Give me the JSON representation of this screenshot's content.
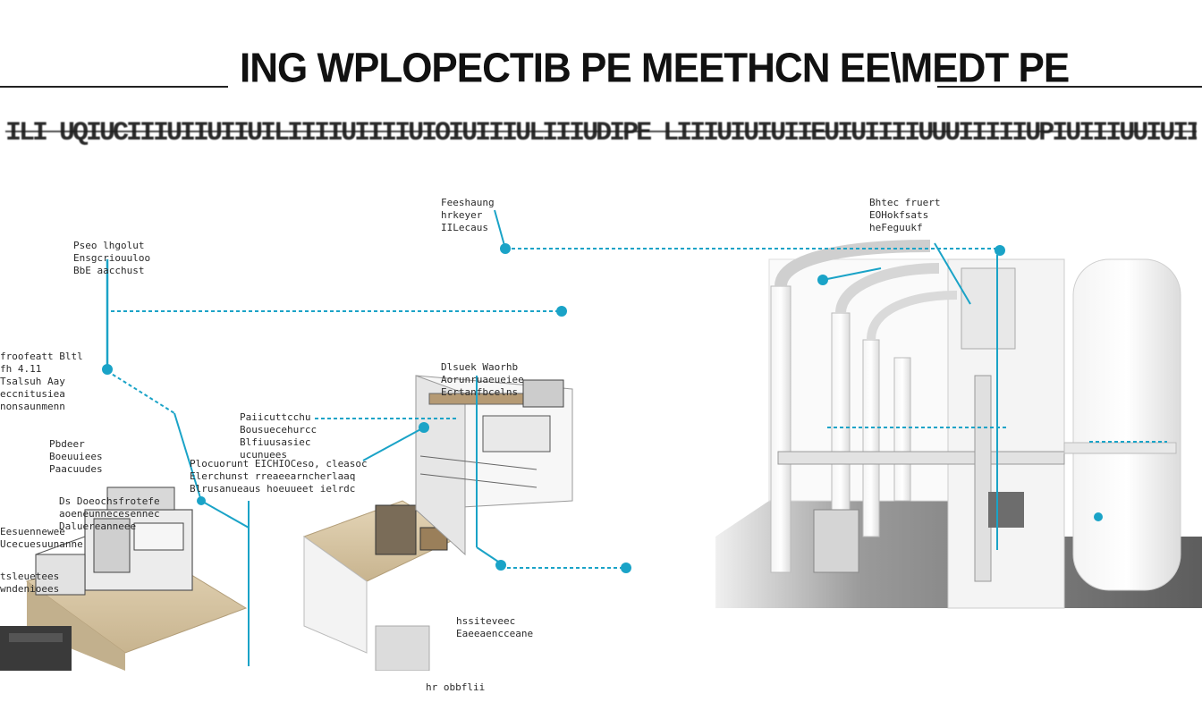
{
  "title": "ING WPLOPECTIB PE MEETHCN EE\\MEDT PE",
  "subtitle": "ILI UQIUCIIIUIIUIIUILIIIIUIIIIUIOIUIIIULIIIUDIPE LIIIUIUIUIIEUIUIIIIUUUIIIIIUPIUIIIUUIUIIIIIIUIIUIIUIDIUUIIIUIOIUUIIIIIOD",
  "colors": {
    "accent": "#1aa3c7",
    "rule": "#222222",
    "floor": "#d9c9a8",
    "machine": "#e8e8e8",
    "machine_dark": "#6b6b6b"
  },
  "callouts": [
    {
      "id": "c1",
      "lines": [
        "Feeshaung",
        "hrkeyer",
        "IILecaus"
      ]
    },
    {
      "id": "c2",
      "lines": [
        "Bhtec fruert",
        "EOHokfsats",
        "heFeguukf"
      ]
    },
    {
      "id": "c3",
      "lines": [
        "Pseo lhgolut",
        "Ensgcriouuloo",
        "BbE aacchust"
      ]
    },
    {
      "id": "c4",
      "lines": [
        "froofeatt Bltl",
        "fh 4.11",
        "Tsalsuh Aay",
        "eccnitusiea",
        "nonsaunmenn"
      ]
    },
    {
      "id": "c5",
      "lines": [
        "Dlsuek Waorhb",
        "Aorunruaeueiee",
        "Ecrtanfbcelns"
      ]
    },
    {
      "id": "c6",
      "lines": [
        "Paiicuttcchu",
        "Bousuecehurcc",
        "Blfiuusasiec",
        "ucunuees"
      ]
    },
    {
      "id": "c7",
      "lines": [
        "Pbdeer",
        "Boeuuiees",
        "Paacuudes"
      ]
    },
    {
      "id": "c8",
      "lines": [
        "Plocuorunt EICHIOCeso, cleasoc",
        "Elerchunst rreaeearncherlaaq",
        "Blrusanueaus hoeuueet ielrdc"
      ]
    },
    {
      "id": "c9",
      "lines": [
        "Ds Doeochsfrotefe",
        "aoeneunnecesennec",
        "Daluereanneee"
      ]
    },
    {
      "id": "c10",
      "lines": [
        "Eesuennewee",
        "Ucecuesuunanne"
      ]
    },
    {
      "id": "c11",
      "lines": [
        "hssiteveec",
        "Eaeeaencceane"
      ]
    },
    {
      "id": "c12",
      "lines": [
        "tsleuetees",
        "wndenioees"
      ]
    },
    {
      "id": "c13",
      "lines": [
        "hr obbflii"
      ]
    }
  ],
  "icons": [
    "leader-dot-icon"
  ]
}
